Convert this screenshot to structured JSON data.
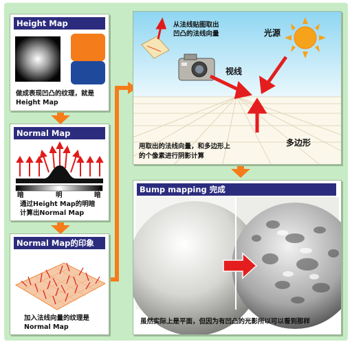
{
  "panels": {
    "height_map": {
      "title": "Height Map",
      "caption_line1": "做成表现凹凸的纹理，就是",
      "caption_line2": "Height Map"
    },
    "normal_map": {
      "title": "Normal Map",
      "dark_label": "暗",
      "bright_label": "明",
      "caption_line1": "通过Height Map的明暗",
      "caption_line2": "计算出Normal Map"
    },
    "impression": {
      "title": "Normal Map的印象",
      "caption_line1": "加入法线向量的纹理是",
      "caption_line2": "Normal Map"
    },
    "scene": {
      "texture_note_line1": "从法线贴图取出",
      "texture_note_line2": "凹凸的法线向量",
      "light_label": "光源",
      "view_label": "视线",
      "polygon_label": "多边形",
      "caption_line1": "用取出的法线向量，和多边形上",
      "caption_line2": "的个像素进行阴影计算"
    },
    "bump": {
      "title": "Bump mapping 完成",
      "caption": "虽然实际上是平面，但因为有凹凸的光影所以可以看到那样"
    }
  },
  "colors": {
    "background": "#c7ecc5",
    "title_bar": "#2c2c7e",
    "accent_orange": "#f57c1a",
    "arrow_red": "#e41e1e",
    "swatch_blue": "#1f4a9c"
  },
  "icons": [
    "camera-icon",
    "sun-icon"
  ]
}
